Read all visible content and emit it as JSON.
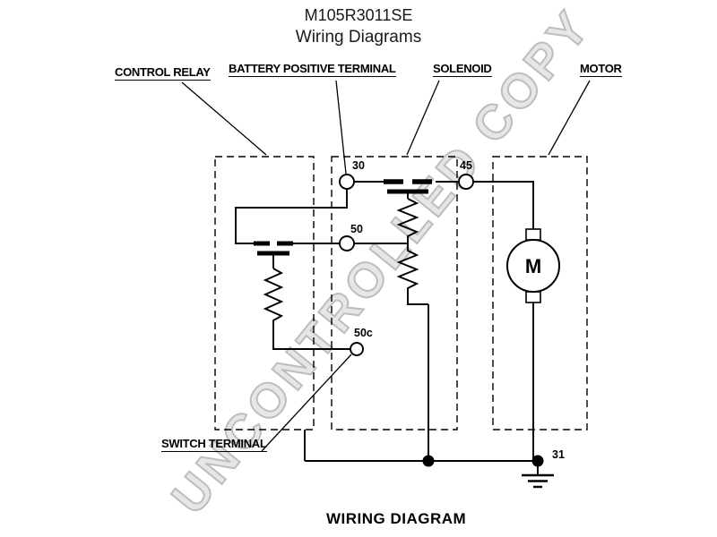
{
  "header": {
    "part_number": "M105R3011SE",
    "subtitle": "Wiring Diagrams"
  },
  "watermark": {
    "text": "UNCONTROLLED COPY"
  },
  "labels": {
    "control_relay": "CONTROL RELAY",
    "battery_positive": "BATTERY POSITIVE TERMINAL",
    "solenoid": "SOLENOID",
    "motor": "MOTOR",
    "switch_terminal": "SWITCH TERMINAL"
  },
  "terminals": {
    "t30": "30",
    "t45": "45",
    "t50": "50",
    "t50c": "50c",
    "t31": "31",
    "motor_m": "M"
  },
  "footer": {
    "caption": "WIRING DIAGRAM"
  },
  "colors": {
    "line": "#000000",
    "watermark": "#bdbdbd",
    "background": "#ffffff"
  }
}
